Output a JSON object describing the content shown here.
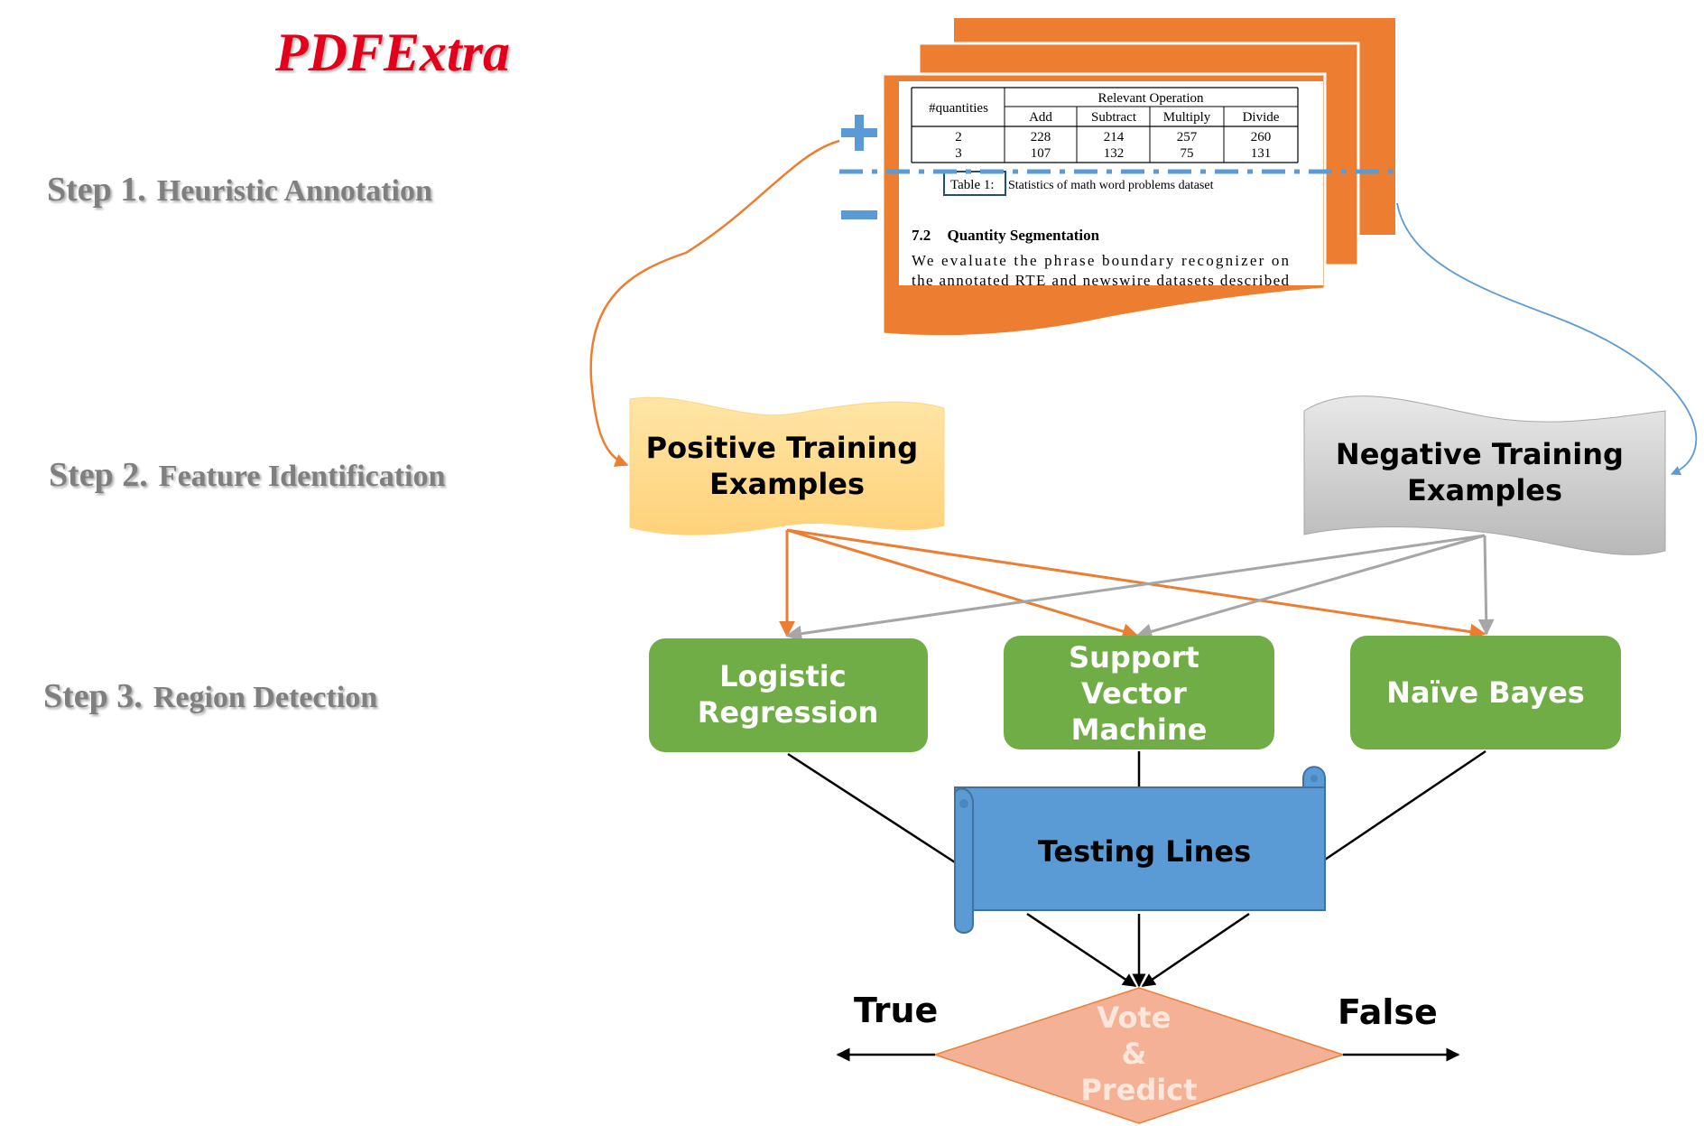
{
  "logo": {
    "text": "PDFExtra",
    "color": "#e3001b"
  },
  "steps": [
    {
      "number": "Step 1.",
      "label": "Heuristic Annotation"
    },
    {
      "number": "Step 2.",
      "label": "Feature Identification"
    },
    {
      "number": "Step 3.",
      "label": "Region Detection"
    }
  ],
  "document": {
    "table": {
      "row_header": "#quantities",
      "group_header": "Relevant Operation",
      "columns": [
        "Add",
        "Subtract",
        "Multiply",
        "Divide"
      ],
      "rows": [
        [
          "2",
          "228",
          "214",
          "257",
          "260"
        ],
        [
          "3",
          "107",
          "132",
          "75",
          "131"
        ]
      ]
    },
    "caption_label": "Table 1:",
    "caption_text": "Statistics of math word problems dataset",
    "section_number": "7.2",
    "section_title": "Quantity Segmentation",
    "body_line_1": "We evaluate the phrase boundary recognizer on",
    "body_line_2": "the annotated RTE and newswire datasets described",
    "plus_symbol": "+",
    "minus_symbol": "−"
  },
  "training": {
    "positive": {
      "line1": "Positive Training",
      "line2": "Examples",
      "color": "#ffd47f"
    },
    "negative": {
      "line1": "Negative Training",
      "line2": "Examples",
      "color": "#bfbfbf"
    }
  },
  "classifiers": [
    {
      "lines": [
        "Logistic",
        "Regression"
      ]
    },
    {
      "lines": [
        "Support",
        "Vector",
        "Machine"
      ]
    },
    {
      "lines": [
        "Naïve Bayes"
      ]
    }
  ],
  "testing": {
    "label": "Testing Lines",
    "color": "#5b9bd5"
  },
  "decision": {
    "lines": [
      "Vote",
      "&",
      "Predict"
    ],
    "color": "#f4b196"
  },
  "outcomes": {
    "true_label": "True",
    "false_label": "False"
  },
  "colors": {
    "orange": "#ed7d31",
    "green": "#70ad47",
    "blue": "#5b9bd5",
    "gray_arrow": "#a6a6a6",
    "step_text": "#7f7f7f"
  }
}
